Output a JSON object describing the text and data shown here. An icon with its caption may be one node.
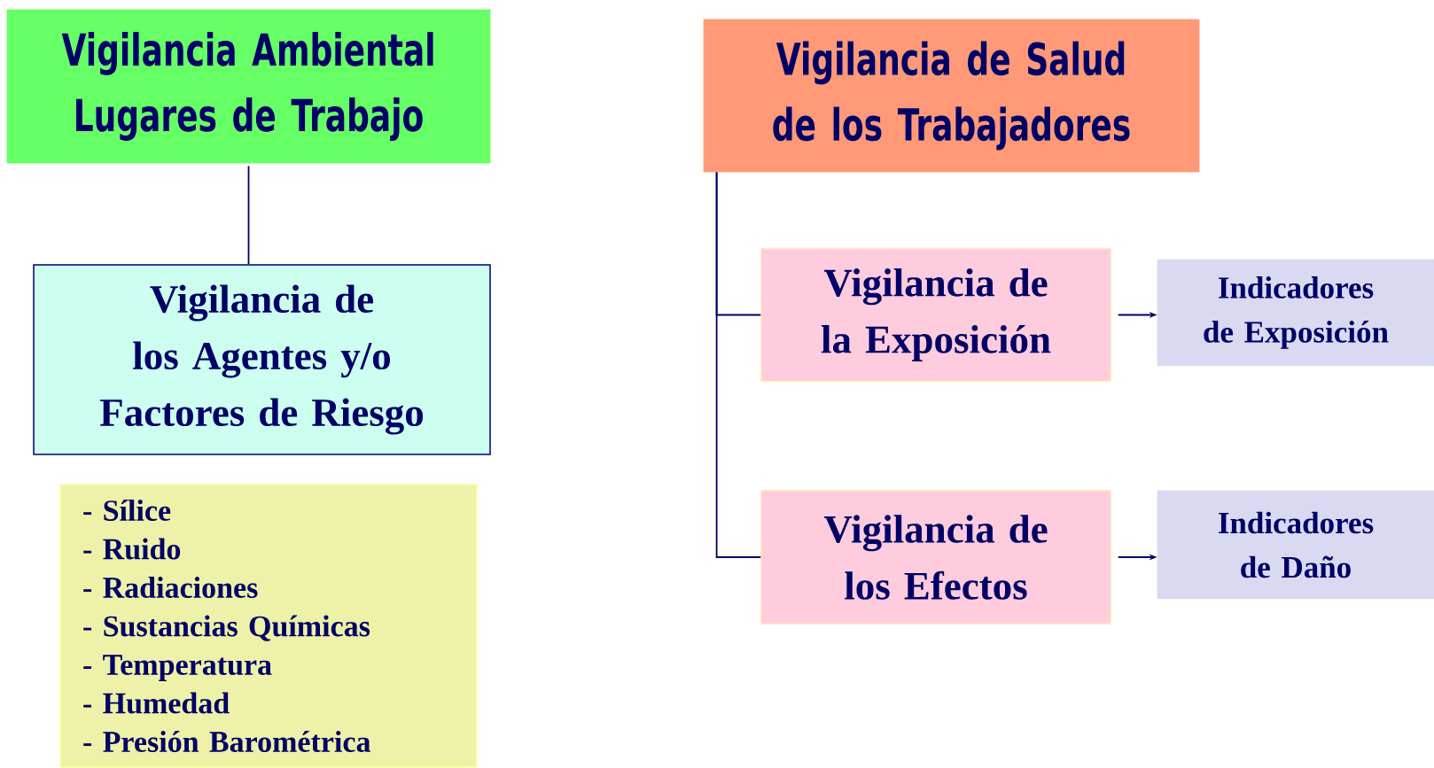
{
  "diagram": {
    "nodes": [
      {
        "text": [
          "Vigilancia Ambiental Lugares de Trabajo"
        ]
      },
      {
        "text": [
          "Vigilancia de los Agentes y/o Factores de Riesgo"
        ]
      },
      {
        "text": [
          "- Sílice",
          "- Ruido",
          "- Radiaciones",
          "- Sustancias Químicas",
          "- Temperatura",
          "- Humedad",
          "- Presión Barométrica"
        ]
      },
      {
        "text": [
          "Vigilancia de Salud de los Trabajadores"
        ]
      },
      {
        "text": [
          "Vigilancia de la Exposición"
        ]
      },
      {
        "text": [
          "Indicadores de Exposición"
        ]
      },
      {
        "text": [
          "Vigilancia de los Efectos"
        ]
      },
      {
        "text": [
          "Indicadores de Daño"
        ]
      }
    ],
    "edges": [
      {
        "from": 0,
        "to": 1,
        "arrow": "none"
      },
      {
        "from": 3,
        "to": 4,
        "arrow": "none"
      },
      {
        "from": 3,
        "to": 6,
        "arrow": "none"
      },
      {
        "from": 4,
        "to": 5,
        "arrow": "to"
      },
      {
        "from": 6,
        "to": 7,
        "arrow": "to"
      }
    ]
  }
}
